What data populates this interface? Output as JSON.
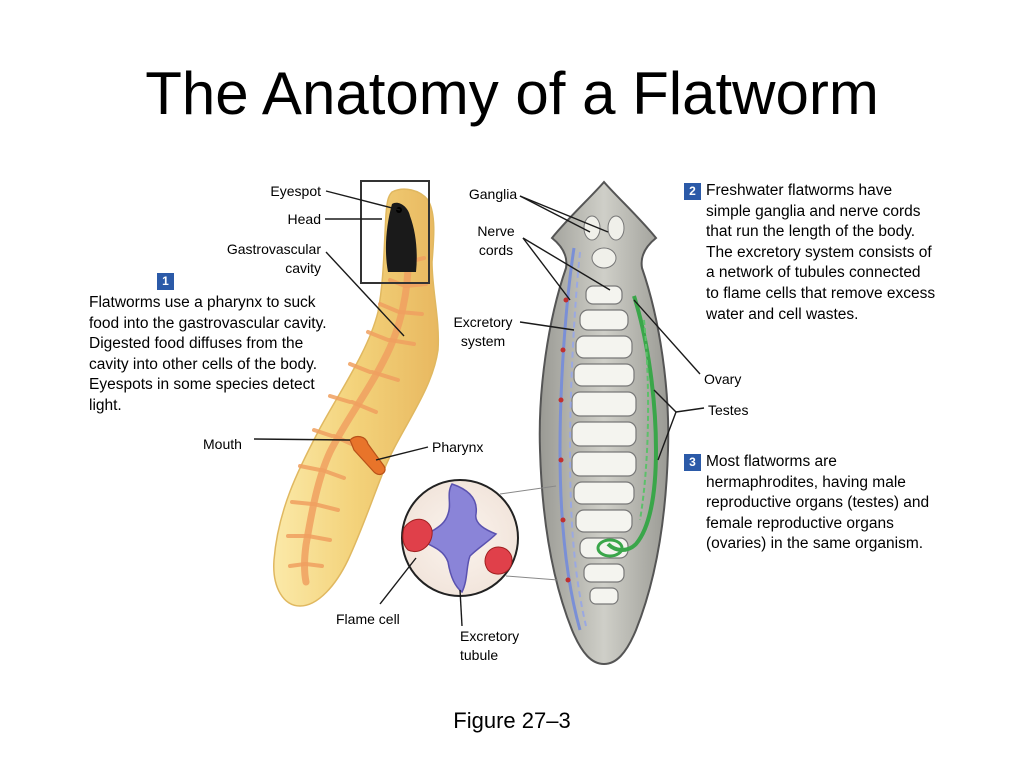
{
  "slide": {
    "title": "The Anatomy of a Flatworm",
    "caption": "Figure 27–3"
  },
  "labels": {
    "eyespot": "Eyespot",
    "head": "Head",
    "gastrovascular_cavity": "Gastrovascular\ncavity",
    "mouth": "Mouth",
    "pharynx": "Pharynx",
    "ganglia": "Ganglia",
    "nerve_cords": "Nerve\ncords",
    "excretory_system": "Excretory\nsystem",
    "ovary": "Ovary",
    "testes": "Testes",
    "flame_cell": "Flame cell",
    "excretory_tubule": "Excretory\ntubule"
  },
  "callouts": [
    {
      "number": "1",
      "text": "Flatworms use a pharynx to suck food into the gastrovascular cavity. Digested food diffuses from the cavity into other cells of the body. Eyespots in some species detect light."
    },
    {
      "number": "2",
      "text": "Freshwater flatworms have simple ganglia and nerve cords that run the length of the body. The excretory system consists of a network of tubules connected to flame cells that remove excess water and cell wastes."
    },
    {
      "number": "3",
      "text": "Most flatworms are hermaphrodites, having male reproductive organs (testes) and female reproductive organs (ovaries) in the same organism."
    }
  ],
  "colors": {
    "badge": "#2b5aa8",
    "worm_body": "#f3d27a",
    "gut": "#f0a060",
    "excretory": "#7a8fd6",
    "reproductive": "#3aa64a",
    "flame_cell": "#e0404a"
  }
}
